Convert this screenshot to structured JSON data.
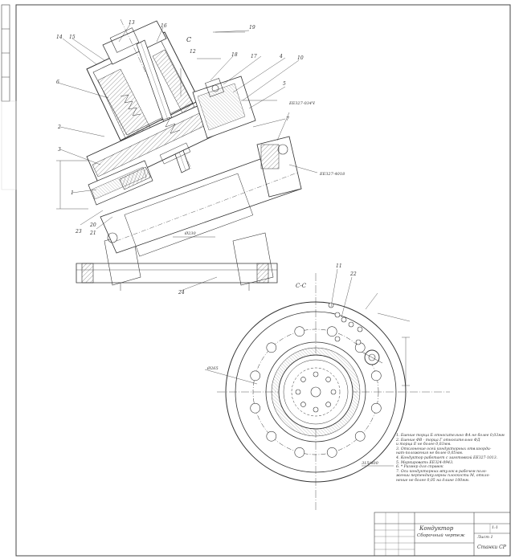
{
  "drawing": {
    "callouts": [
      "13",
      "14",
      "15",
      "16",
      "17",
      "18",
      "19",
      "10",
      "5",
      "4",
      "6",
      "7",
      "2",
      "3",
      "1",
      "20",
      "21",
      "22",
      "23",
      "24",
      "12",
      "11"
    ],
    "section_label": "С-С",
    "view_mark": "С",
    "dims": {
      "d1": "Ø265",
      "d2": "Ø230",
      "tol1": "ЕЕЗ27-034Ч",
      "tol2": "ЕЕЗ27-4018",
      "len1": "315/400"
    }
  },
  "notes": [
    "1. Биение торца Б относительно ФА не более 0,03мм",
    "2. Биение ФВ - торца Г относительно ФД",
    "   и торца Е не более 0,03мм.",
    "3. Отклонение осей кондукторных отв.коорди-",
    "   нат-положения не более 0,05мм.",
    "4. Кондуктор работает с заготовкой ЕЕЗ27-1013.",
    "5. Маркировать ЕЕЗ24-0943.",
    "6. * Размер для справок",
    "7. Оси кондукторных втулок в рабочем поло-",
    "   жении перпендикулярны плоскости М, откло-",
    "   нение не более 0,05 на длине 100мм."
  ],
  "title_block": {
    "title": "Кондуктор",
    "subtitle": "Сборочный чертеж",
    "org": "Станки СР",
    "sheet": "1:1",
    "sheets": "Лист 1"
  }
}
